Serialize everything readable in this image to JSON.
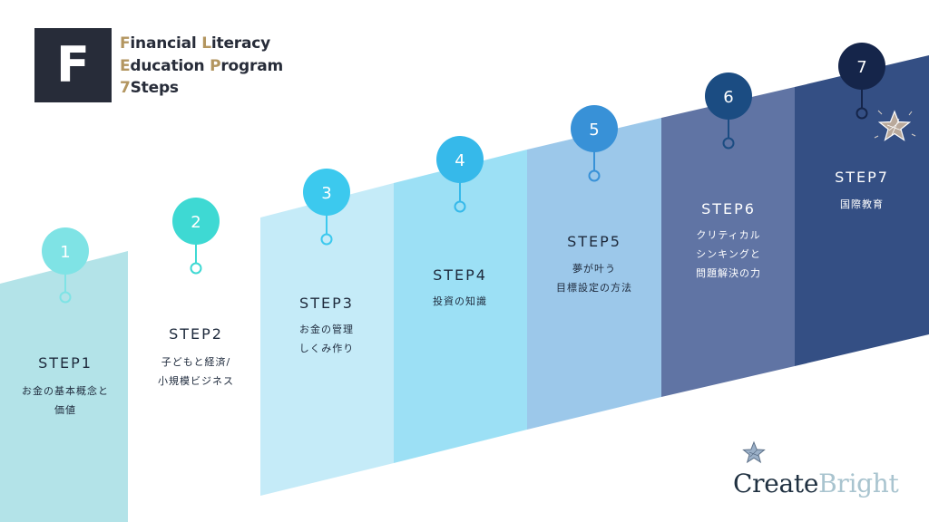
{
  "logo": {
    "letter": "F"
  },
  "title": {
    "lines": [
      {
        "initial": "F",
        "rest": "inancial ",
        "initial2": "L",
        "rest2": "iteracy"
      },
      {
        "initial": "E",
        "rest": "ducation ",
        "initial2": "P",
        "rest2": "rogram"
      },
      {
        "initial": "7",
        "rest": "Steps",
        "initial2": "",
        "rest2": ""
      }
    ]
  },
  "steps": [
    {
      "number": "1",
      "title": "STEP1",
      "desc": [
        "お金の基本概念と",
        "価値"
      ],
      "band_color": "#b3e3e8",
      "circle_color": "#7fe3e5"
    },
    {
      "number": "2",
      "title": "STEP2",
      "desc": [
        "子どもと経済/",
        "小規模ビジネス"
      ],
      "band_color": "#ffffff",
      "circle_color": "#3ed9d3"
    },
    {
      "number": "3",
      "title": "STEP3",
      "desc": [
        "お金の管理",
        "しくみ作り"
      ],
      "band_color": "#c5ebf8",
      "circle_color": "#3cc9ee"
    },
    {
      "number": "4",
      "title": "STEP4",
      "desc": [
        "投資の知識"
      ],
      "band_color": "#9ce0f5",
      "circle_color": "#36b9ea"
    },
    {
      "number": "5",
      "title": "STEP5",
      "desc": [
        "夢が叶う",
        "目標設定の方法"
      ],
      "band_color": "#9cc8ea",
      "circle_color": "#3891d7"
    },
    {
      "number": "6",
      "title": "STEP6",
      "desc": [
        "クリティカル",
        "シンキングと",
        "問題解決の力"
      ],
      "band_color": "#6074a4",
      "circle_color": "#1b4c82"
    },
    {
      "number": "7",
      "title": "STEP7",
      "desc": [
        "国際教育"
      ],
      "band_color": "#344f84",
      "circle_color": "#15254a"
    }
  ],
  "brand": {
    "part1": "Create",
    "part2": "Bright"
  },
  "icons": [
    "sketch-star-icon",
    "brand-star-icon"
  ]
}
